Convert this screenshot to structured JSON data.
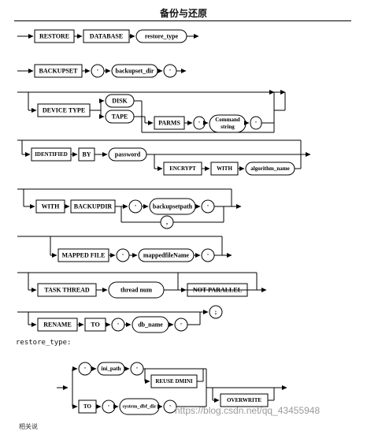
{
  "header": {
    "title": "备份与还原"
  },
  "diagram": {
    "keywords": {
      "restore": "RESTORE",
      "database": "DATABASE",
      "restore_type": "restore_type",
      "backupset": "BACKUPSET",
      "quote": "'",
      "backupset_dir": "backupset_dir",
      "device_type": "DEVICE TYPE",
      "disk": "DISK",
      "tape": "TAPE",
      "parms": "PARMS",
      "command": "Command",
      "string": "string",
      "identified": "IDENTIFIED",
      "by": "BY",
      "password": "password",
      "encrypt": "ENCRYPT",
      "with": "WITH",
      "algorithm_name": "algorithm_name",
      "backupdir": "BACKUPDIR",
      "backupsetpath": "backupsetpath",
      "comma": ",",
      "mapped_file": "MAPPED FILE",
      "mapped_file_name": "mappedfileName",
      "task_thread": "TASK THREAD",
      "thread_num": "thread num",
      "not_parallel": "NOT PARALLEL",
      "rename": "RENAME",
      "to": "TO",
      "db_name": "db_name",
      "semicolon": ";",
      "ini_path": "ini_path",
      "reuse_dmini": "REUSE DMINI",
      "system_dbf_dir": "system_dbf_dir",
      "overwrite": "OVERWRITE"
    }
  },
  "section": {
    "label": "restore_type:"
  },
  "watermark": {
    "text": "https://blog.csdn.net/qq_43455948"
  },
  "footer": {
    "cut_text": "相关说"
  }
}
